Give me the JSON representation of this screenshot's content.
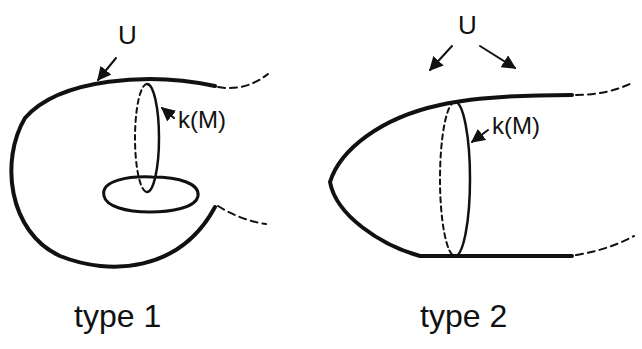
{
  "diagram": {
    "labels": [
      "U",
      "k(M)",
      "type 1",
      "U",
      "k(M)",
      "type 2"
    ]
  }
}
